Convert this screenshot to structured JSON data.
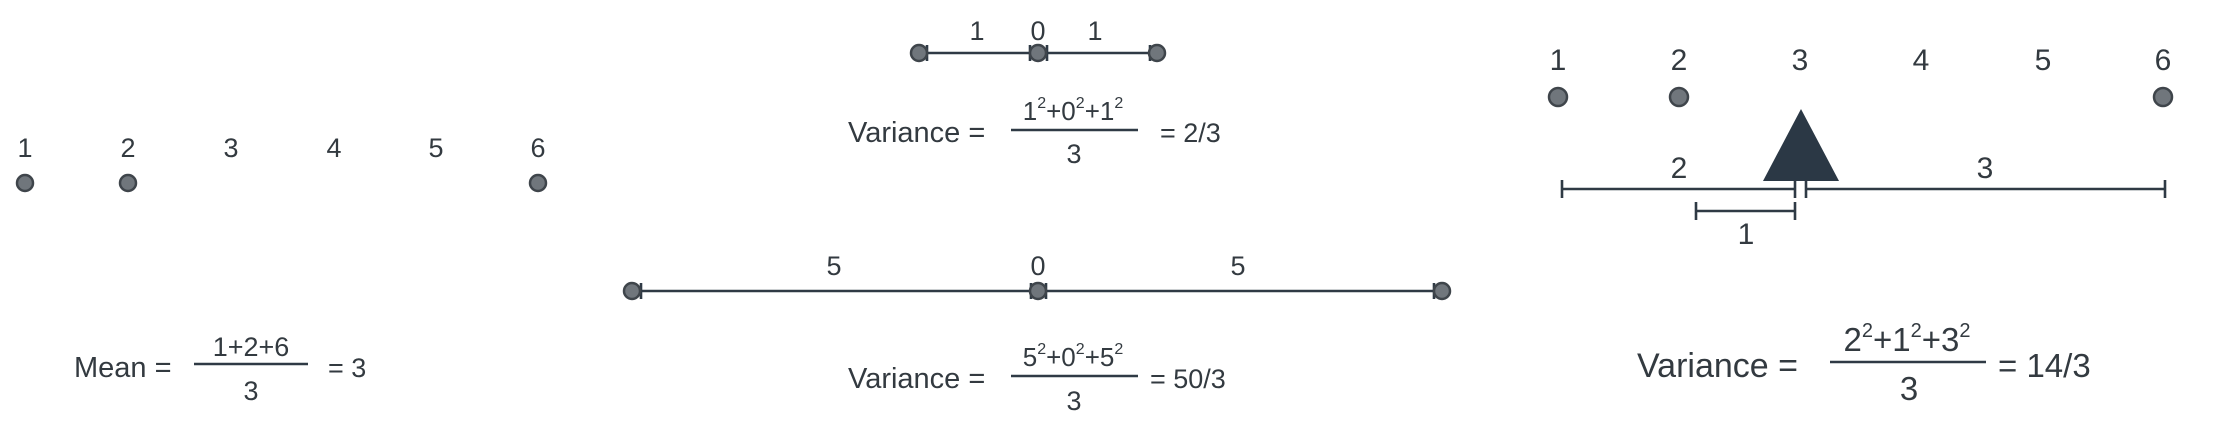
{
  "colors": {
    "line": "#2f3a45",
    "dot_fill": "#70767c",
    "dot_stroke": "#3f454b",
    "fulcrum": "#2b3845",
    "text": "#333a40"
  },
  "panel_mean": {
    "numbers": [
      "1",
      "2",
      "3",
      "4",
      "5",
      "6"
    ],
    "data_points": [
      1,
      2,
      6
    ],
    "formula_label": "Mean =",
    "numerator": "1+2+6",
    "denominator": "3",
    "result": "= 3"
  },
  "panel_small": {
    "labels": [
      "1",
      "0",
      "1"
    ],
    "formula_label": "Variance =",
    "numerator": {
      "t1": "1",
      "t2": "+0",
      "t3": "+1",
      "exp": "2"
    },
    "denominator": "3",
    "result": "= 2/3"
  },
  "panel_large": {
    "labels": [
      "5",
      "0",
      "5"
    ],
    "formula_label": "Variance =",
    "numerator": {
      "t1": "5",
      "t2": "+0",
      "t3": "+5",
      "exp": "2"
    },
    "denominator": "3",
    "result": "= 50/3"
  },
  "panel_seesaw": {
    "numbers": [
      "1",
      "2",
      "3",
      "4",
      "5",
      "6"
    ],
    "data_points": [
      1,
      2,
      6
    ],
    "distances": [
      "2",
      "1",
      "3"
    ],
    "formula_label": "Variance =",
    "numerator": {
      "t1": "2",
      "t2": "+1",
      "t3": "+3",
      "exp": "2"
    },
    "denominator": "3",
    "result": "= 14/3"
  }
}
